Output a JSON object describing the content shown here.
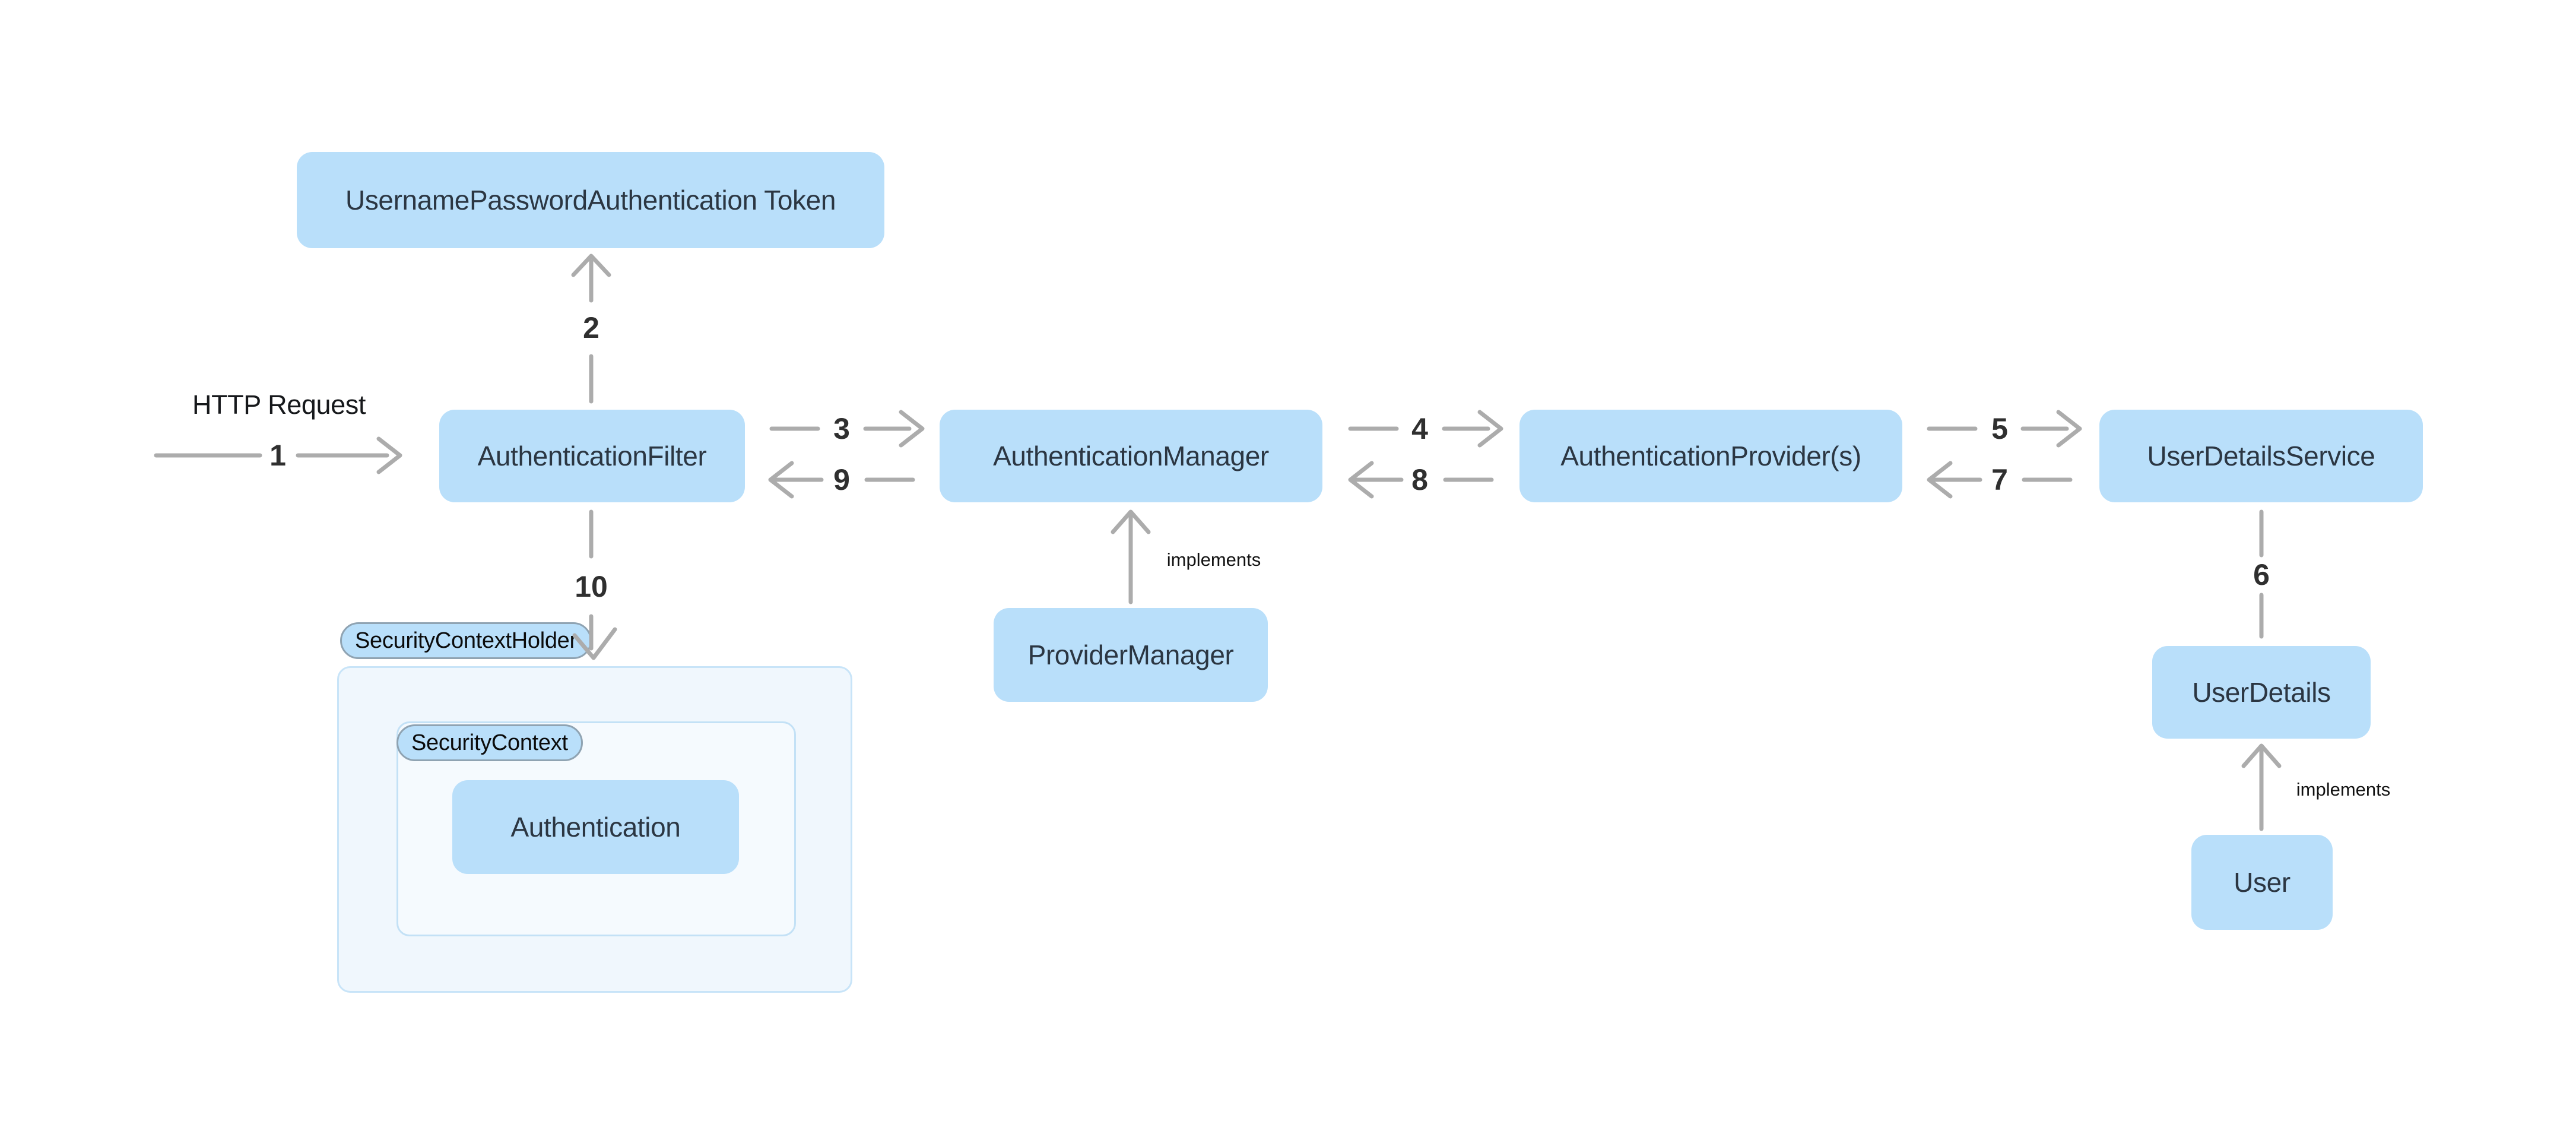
{
  "nodes": {
    "token": "UsernamePasswordAuthentication Token",
    "filter": "AuthenticationFilter",
    "manager": "AuthenticationManager",
    "providers": "AuthenticationProvider(s)",
    "user_details_service": "UserDetailsService",
    "provider_manager": "ProviderManager",
    "user_details": "UserDetails",
    "user": "User",
    "authentication": "Authentication"
  },
  "tags": {
    "security_context_holder": "SecurityContextHolder",
    "security_context": "SecurityContext"
  },
  "labels": {
    "http_request": "HTTP Request",
    "implements": "implements"
  },
  "steps": [
    "1",
    "2",
    "3",
    "4",
    "5",
    "6",
    "7",
    "8",
    "9",
    "10"
  ],
  "colors": {
    "node_fill": "#B9DFFA",
    "container_outer_fill": "#F0F7FD",
    "container_inner_fill": "#F5FAFE",
    "container_border": "#C8E4F8",
    "tag_border": "#8FA3B2",
    "arrow": "#ACACAC",
    "node_text": "#2B3642",
    "step_text": "#2F2F2F",
    "background": "#FFFFFF"
  }
}
